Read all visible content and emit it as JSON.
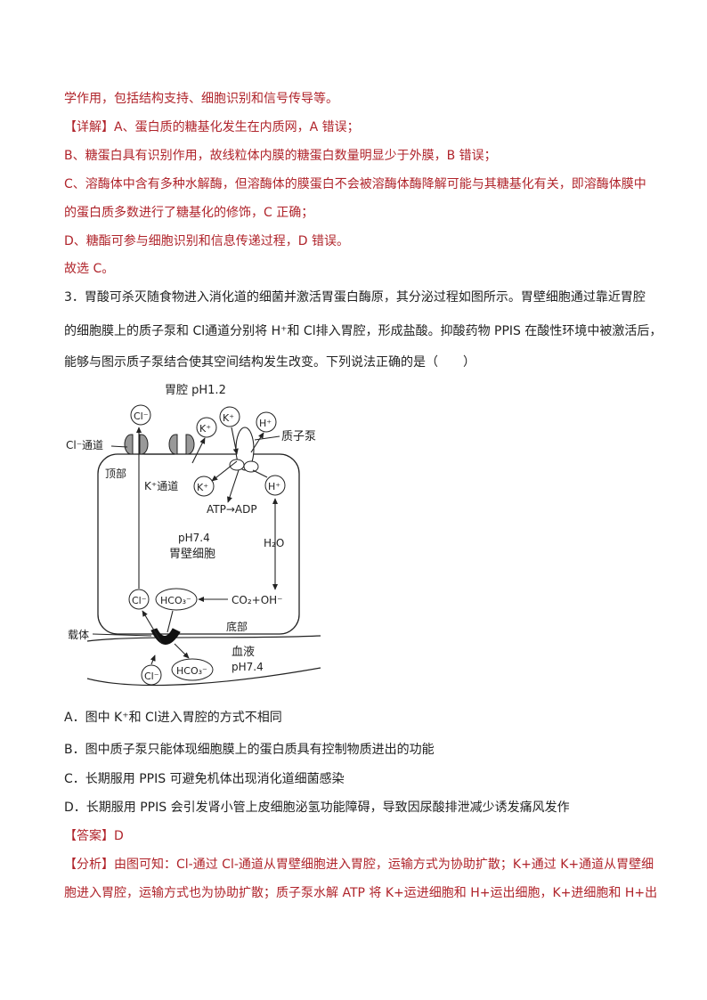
{
  "lines": {
    "l1": "学作用，包括结构支持、细胞识别和信号传导等。",
    "l2_tag": "【详解】",
    "l2": "A、蛋白质的糖基化发生在内质网，A 错误；",
    "l3": "B、糖蛋白具有识别作用，故线粒体内膜的糖蛋白数量明显少于外膜，B 错误；",
    "l4": "C、溶酶体中含有多种水解酶，但溶酶体的膜蛋白不会被溶酶体酶降解可能与其糖基化有关，即溶酶体膜中",
    "l5": "的蛋白质多数进行了糖基化的修饰，C 正确；",
    "l6": "D、糖酯可参与细胞识别和信息传递过程，D 错误。",
    "l7": "故选 C。"
  },
  "question": {
    "q1": "3．胃酸可杀灭随食物进入消化道的细菌并激活胃蛋白酶原，其分泌过程如图所示。胃壁细胞通过靠近胃腔",
    "q2": "的细胞膜上的质子泵和 Cl通道分别将 H⁺和 Cl排入胃腔，形成盐酸。抑酸药物 PPIS 在酸性环境中被激活后，",
    "q3": "能够与图示质子泵结合使其空间结构发生改变。下列说法正确的是（　　）"
  },
  "diagram": {
    "cavity": "胃腔 pH1.2",
    "cl_channel": "Cl⁻通道",
    "apex": "顶部",
    "k_channel": "K⁺通道",
    "proton_pump": "质子泵",
    "cell_ph": "pH7.4",
    "cell_name": "胃壁细胞",
    "atp": "ATP→ADP",
    "h2o": "H₂O",
    "co2": "CO₂+OH⁻",
    "base": "底部",
    "carrier": "载体",
    "blood": "血液",
    "blood_ph": "pH7.4",
    "cl": "Cl⁻",
    "k": "K⁺",
    "h": "H⁺",
    "hco3": "HCO₃⁻"
  },
  "options": {
    "a": "A．图中 K⁺和 Cl进入胃腔的方式不相同",
    "b": "B．图中质子泵只能体现细胞膜上的蛋白质具有控制物质进出的功能",
    "c": "C．长期服用 PPIS 可避免机体出现消化道细菌感染",
    "d": "D．长期服用 PPIS 会引发肾小管上皮细胞泌氢功能障碍，导致因尿酸排泄减少诱发痛风发作"
  },
  "answer": {
    "tag": "【答案】",
    "value": "D"
  },
  "analysis": {
    "tag": "【分析】",
    "a1": "由图可知：Cl-通过 Cl-通道从胃壁细胞进入胃腔，运输方式为协助扩散；K+通过 K+通道从胃壁细",
    "a2": "胞进入胃腔，运输方式也为协助扩散；质子泵水解 ATP 将 K+运进细胞和 H+运出细胞，K+进细胞和 H+出"
  },
  "colors": {
    "accent": "#b0242b",
    "text": "#222222"
  }
}
